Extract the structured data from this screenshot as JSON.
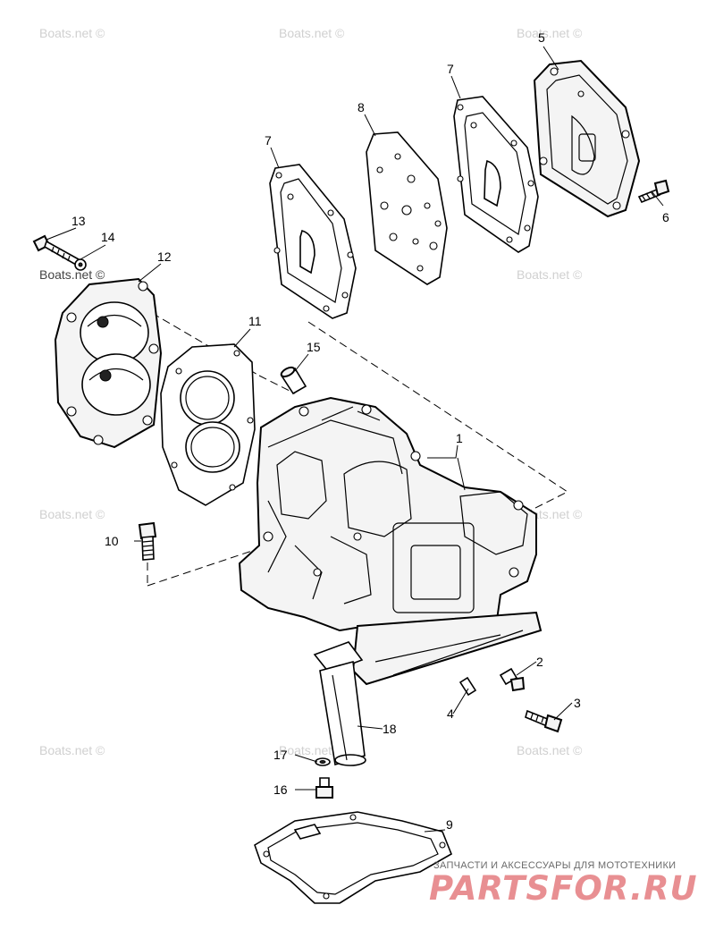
{
  "watermark_text": "Boats.net ©",
  "callouts": {
    "c1": "1",
    "c2": "2",
    "c3": "3",
    "c4": "4",
    "c5": "5",
    "c6": "6",
    "c7a": "7",
    "c7b": "7",
    "c8": "8",
    "c9": "9",
    "c10": "10",
    "c11": "11",
    "c12": "12",
    "c13": "13",
    "c14": "14",
    "c15": "15",
    "c16": "16",
    "c17": "17",
    "c18": "18"
  },
  "footer": {
    "caption": "ЗАПЧАСТИ И АКСЕССУАРЫ ДЛЯ МОТОТЕХНИКИ",
    "logo": "PARTSFOR.RU"
  },
  "colors": {
    "line": "#000000",
    "watermark": "#d0d0d0",
    "logo": "#e88f92",
    "caption": "#6a6a6a"
  }
}
